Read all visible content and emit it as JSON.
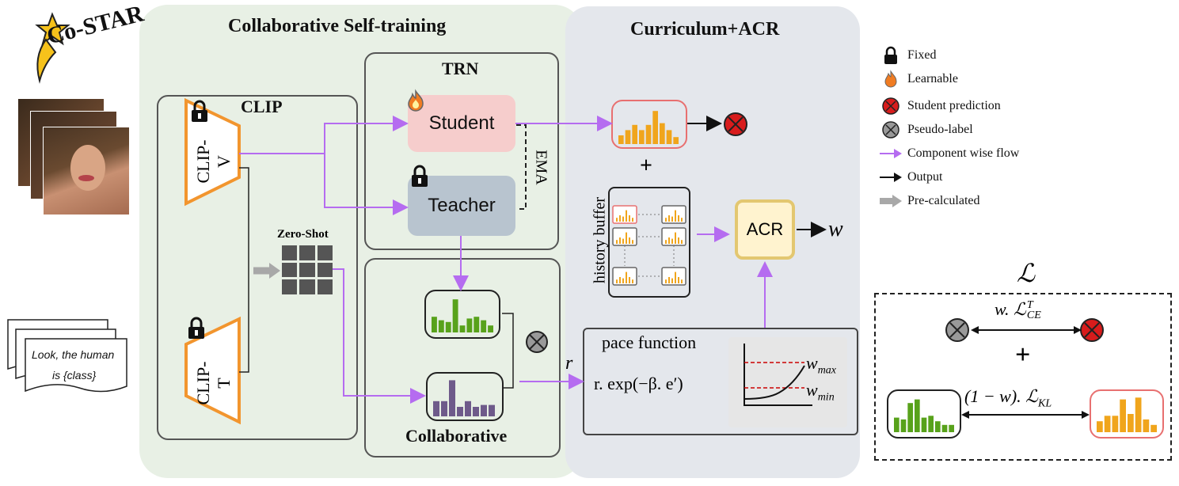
{
  "logo": {
    "text": "Co-STAR"
  },
  "panels": {
    "self_training": "Collaborative Self-training",
    "curriculum": "Curriculum+ACR"
  },
  "clip": {
    "title": "CLIP",
    "vision_encoder": "CLIP-V",
    "text_encoder": "CLIP-T",
    "zero_shot": "Zero-Shot"
  },
  "prompt_card": {
    "line1": "Look, the human",
    "line2": "is {class}"
  },
  "trn": {
    "title": "TRN",
    "student": "Student",
    "teacher": "Teacher",
    "ema": "EMA"
  },
  "collaborative": {
    "title": "Collaborative",
    "r_label": "r"
  },
  "curriculum": {
    "history_buffer": "history buffer",
    "acr": "ACR",
    "acr_output": "w",
    "pace_title": "pace function",
    "pace_formula": "r. exp(−β. e′)",
    "w_max": "w",
    "w_max_sub": "max",
    "w_min": "w",
    "w_min_sub": "min",
    "plus": "+"
  },
  "legend": {
    "fixed": "Fixed",
    "learnable": "Learnable",
    "student_prediction": "Student prediction",
    "pseudo_label": "Pseudo-label",
    "component_flow": "Component wise flow",
    "output": "Output",
    "precalculated": "Pre-calculated"
  },
  "loss": {
    "symbol": "ℒ",
    "ce_w": "w. ℒ",
    "ce_sup": "T",
    "ce_sub": "CE",
    "plus": "+",
    "kl": "(1 − w). ℒ",
    "kl_sub": "KL"
  },
  "colors": {
    "panel_green": "#e8f0e5",
    "panel_gray": "#e4e7ec",
    "student_fill": "#f6cdcc",
    "teacher_fill": "#b8c4cf",
    "flow": "#b56cf0",
    "clip_orange": "#f2952e",
    "hist_orange": "#f0a51c",
    "hist_green": "#58a21b",
    "hist_purple": "#6e5a8a",
    "student_red": "#d81c1c",
    "acr_fill": "#fff3cf",
    "acr_border": "#e3c770"
  }
}
